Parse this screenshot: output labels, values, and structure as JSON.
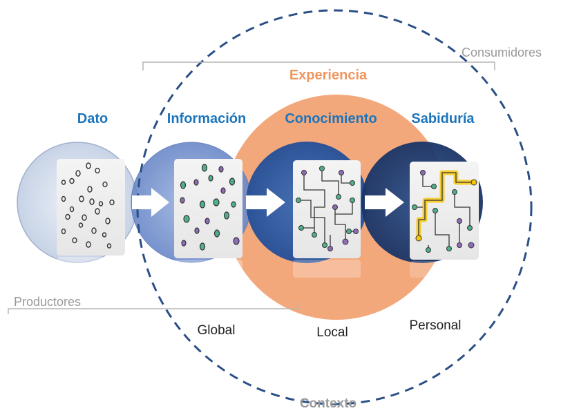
{
  "labels": {
    "consumers": "Consumidores",
    "producers": "Productores",
    "experience": "Experiencia",
    "context": "Contexto",
    "stages": [
      "Dato",
      "Información",
      "Conocimiento",
      "Sabiduría"
    ],
    "scopes": [
      "Global",
      "Local",
      "Personal"
    ]
  },
  "colors": {
    "stage_label": "#1b75bc",
    "experience": "#f0955e",
    "gray_label": "#9a9a9a",
    "context_circle": "#2a4f86",
    "bracket": "#b5b5b5",
    "path_highlight": "#f7c600",
    "node_green": "#4fb088",
    "node_purple": "#8f6bb8",
    "circle_dato": "#cfd9ea",
    "circle_info": "#6f8fcf",
    "circle_conocimiento": "#2b5ca6",
    "circle_sabiduria": "#1f3d73"
  },
  "icons": [
    "arrow-right-icon",
    "arrow-right-icon",
    "arrow-right-icon"
  ]
}
